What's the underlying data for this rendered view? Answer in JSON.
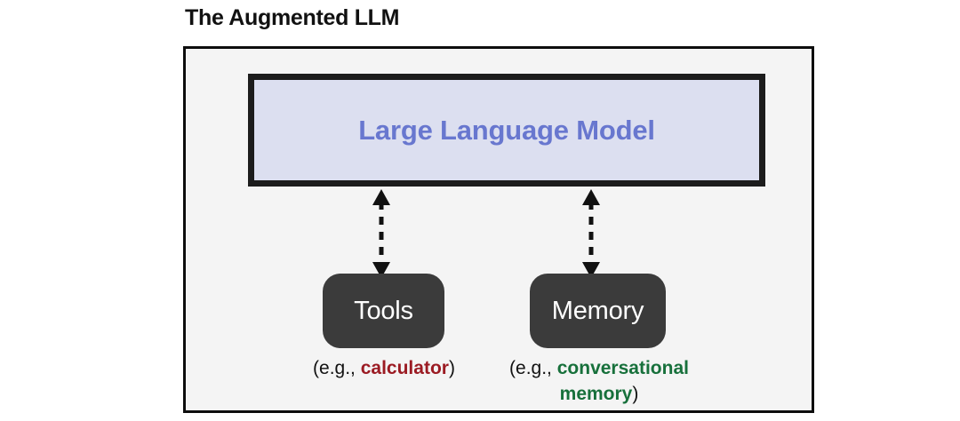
{
  "diagram": {
    "title": "The Augmented LLM",
    "core": {
      "label": "Large Language Model",
      "fill_color": "#dcdff0",
      "text_color": "#6877cf",
      "border_color": "#1c1c1c"
    },
    "container": {
      "fill_color": "#f4f4f4",
      "border_color": "#0d0d0d"
    },
    "capabilities": [
      {
        "id": "tools",
        "label": "Tools",
        "box_color": "#3b3b3b",
        "label_color": "#ffffff",
        "example_prefix": "(e.g., ",
        "example_highlight": "calculator",
        "example_suffix": ")",
        "highlight_color": "#9b1b23",
        "connector": "bidirectional-dashed-arrow"
      },
      {
        "id": "memory",
        "label": "Memory",
        "box_color": "#3b3b3b",
        "label_color": "#ffffff",
        "example_prefix": "(e.g., ",
        "example_highlight": "conversational memory",
        "example_suffix": ")",
        "highlight_color": "#17703b",
        "connector": "bidirectional-dashed-arrow"
      }
    ]
  }
}
